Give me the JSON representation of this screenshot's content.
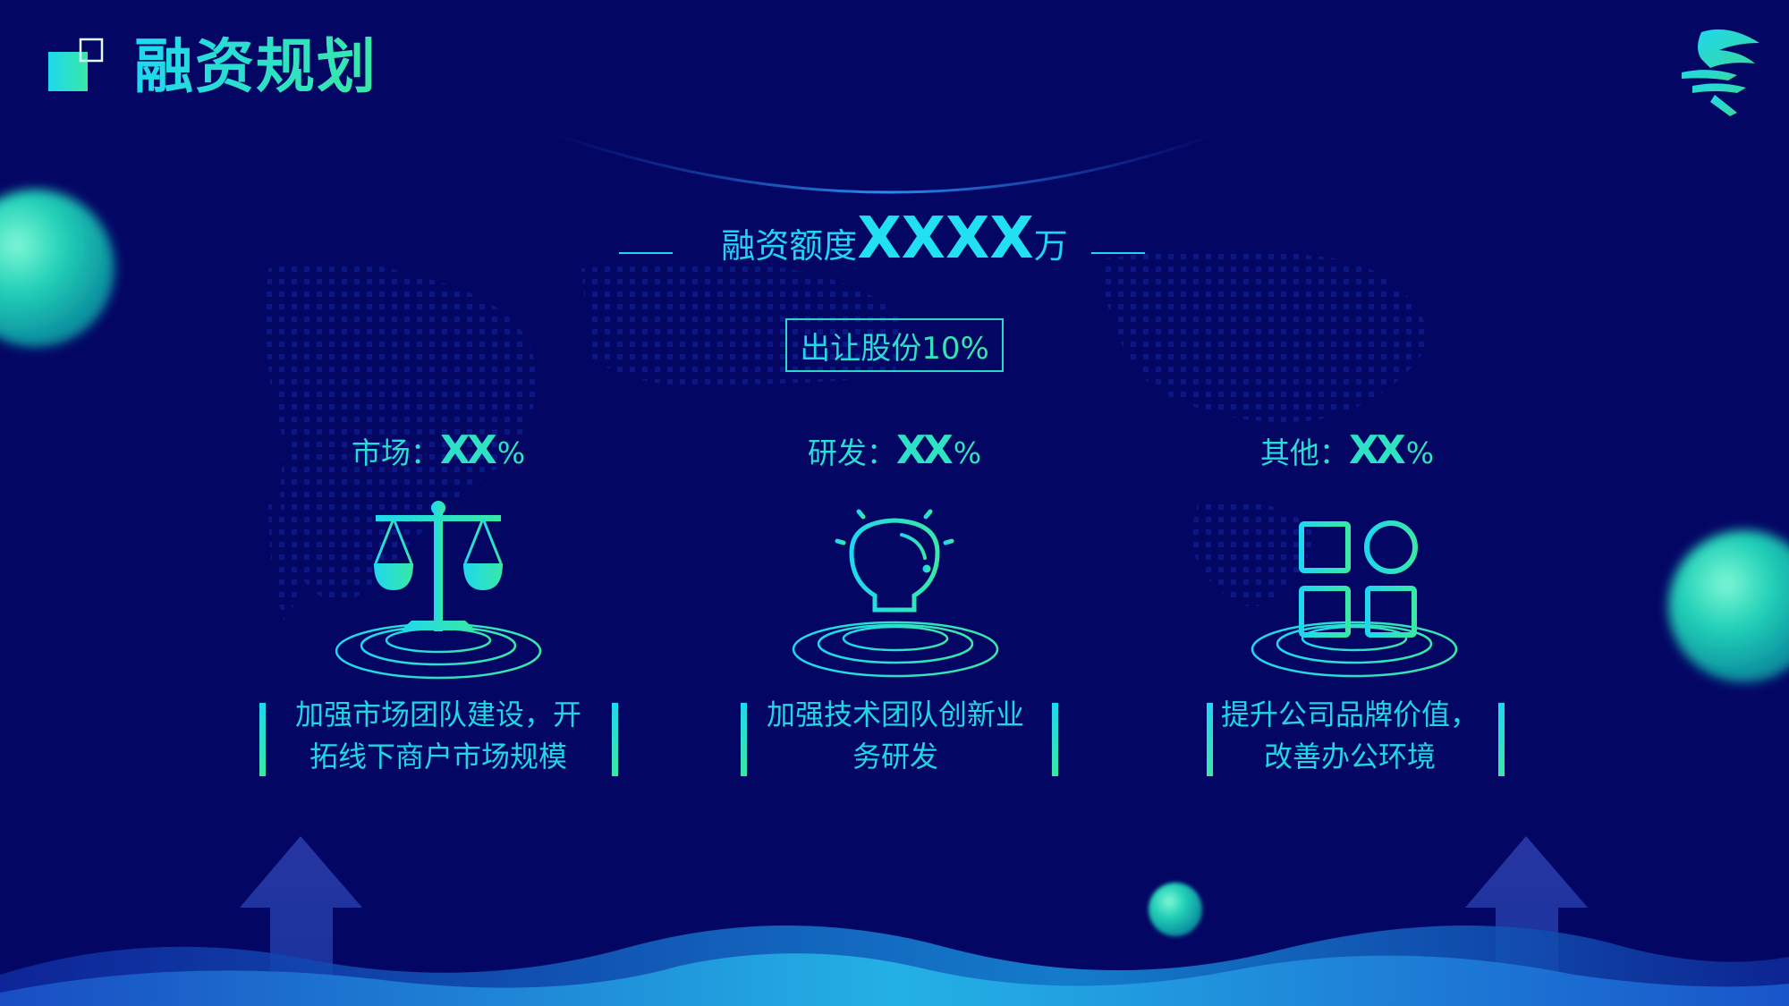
{
  "title": "融资规划",
  "headline": {
    "prefix": "融资额度",
    "amount": "XXXX",
    "suffix": "万"
  },
  "share_offer": "出让股份10%",
  "columns": [
    {
      "label": "市场：",
      "value": "XX",
      "unit": "%",
      "icon": "balance-scale-icon",
      "description": "加强市场团队建设，开拓线下商户市场规模"
    },
    {
      "label": "研发：",
      "value": "XX",
      "unit": "%",
      "icon": "lightbulb-icon",
      "description": "加强技术团队创新业务研发"
    },
    {
      "label": "其他：",
      "value": "XX",
      "unit": "%",
      "icon": "apps-grid-icon",
      "description": "提升公司品牌价值，改善办公环境"
    }
  ],
  "colors": {
    "background": "#040664",
    "accent_cyan": "#1fd8ee",
    "accent_green": "#38e8a6"
  }
}
